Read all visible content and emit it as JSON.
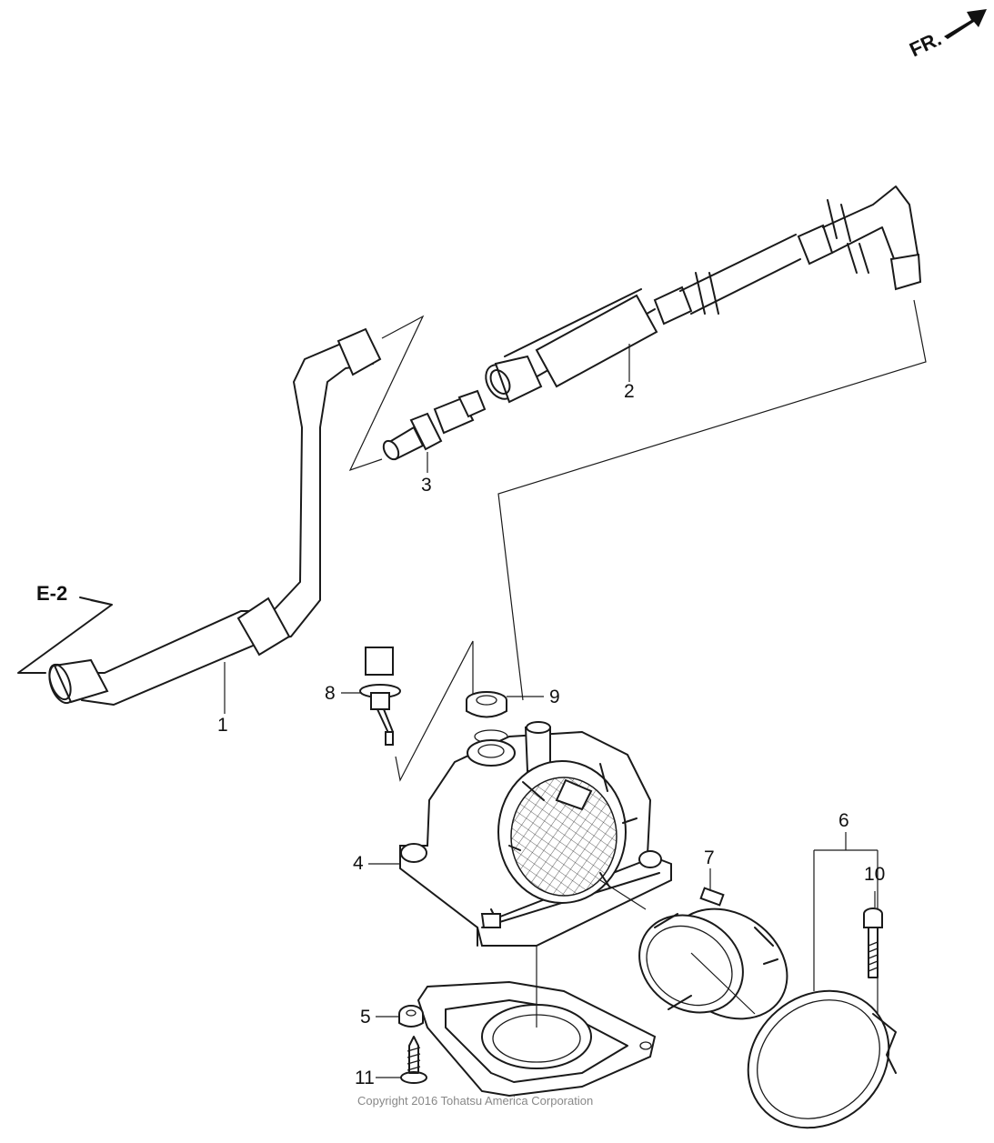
{
  "diagram": {
    "orientation_label": "FR.",
    "reference_label": "E-2",
    "copyright": "Copyright 2016 Tohatsu America Corporation",
    "callouts": [
      {
        "id": "1",
        "label": "1"
      },
      {
        "id": "2",
        "label": "2"
      },
      {
        "id": "3",
        "label": "3"
      },
      {
        "id": "4",
        "label": "4"
      },
      {
        "id": "5",
        "label": "5"
      },
      {
        "id": "6",
        "label": "6"
      },
      {
        "id": "7",
        "label": "7"
      },
      {
        "id": "8",
        "label": "8"
      },
      {
        "id": "9",
        "label": "9"
      },
      {
        "id": "10",
        "label": "10"
      },
      {
        "id": "11",
        "label": "11"
      }
    ]
  }
}
